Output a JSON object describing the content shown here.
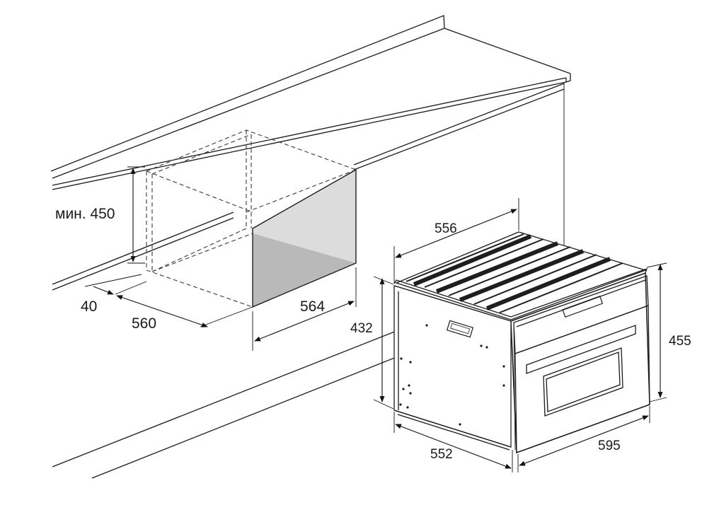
{
  "labels": {
    "niche_height": "мин. 450",
    "gap": "40",
    "niche_depth": "560",
    "niche_width": "564",
    "oven_top_depth": "556",
    "oven_side_height": "432",
    "oven_height": "455",
    "oven_depth": "552",
    "oven_width": "595"
  },
  "colors": {
    "line": "#1a1a1a",
    "niche_back_top": "#dcdcdc",
    "niche_back_bottom": "#b9b9b9",
    "oven_top_slat": "#1e1e1e"
  }
}
